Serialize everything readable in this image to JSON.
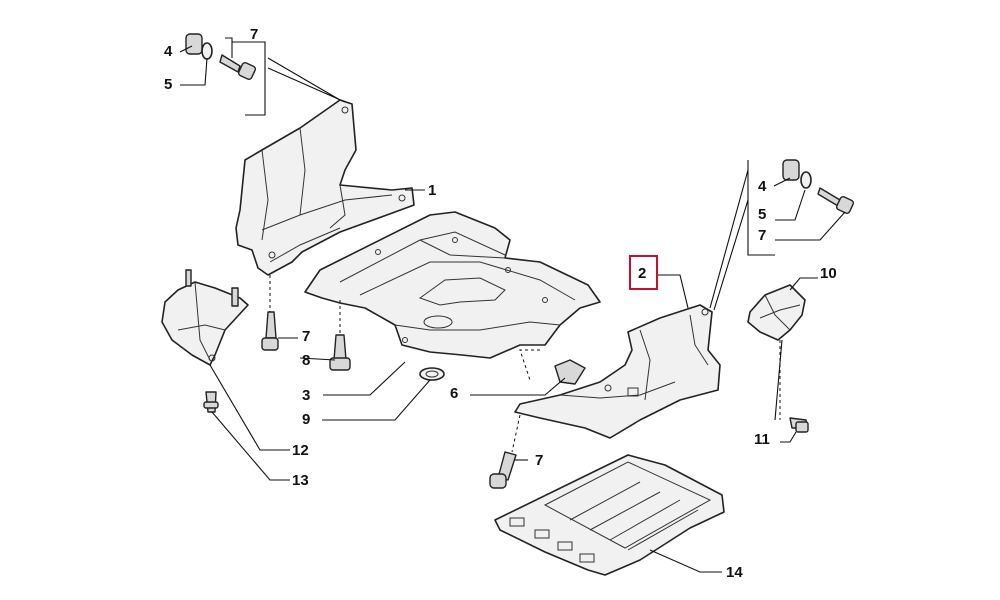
{
  "callouts": {
    "c1": "1",
    "c2": "2",
    "c3": "3",
    "c4a": "4",
    "c4b": "4",
    "c5a": "5",
    "c5b": "5",
    "c6": "6",
    "c7a": "7",
    "c7b": "7",
    "c7c": "7",
    "c7d": "7",
    "c8": "8",
    "c9": "9",
    "c10": "10",
    "c11": "11",
    "c12": "12",
    "c13": "13",
    "c14": "14"
  },
  "highlighted_callout": "2",
  "colors": {
    "highlight": "#c8102e",
    "line": "#222222",
    "fill": "#f1f1f1"
  }
}
